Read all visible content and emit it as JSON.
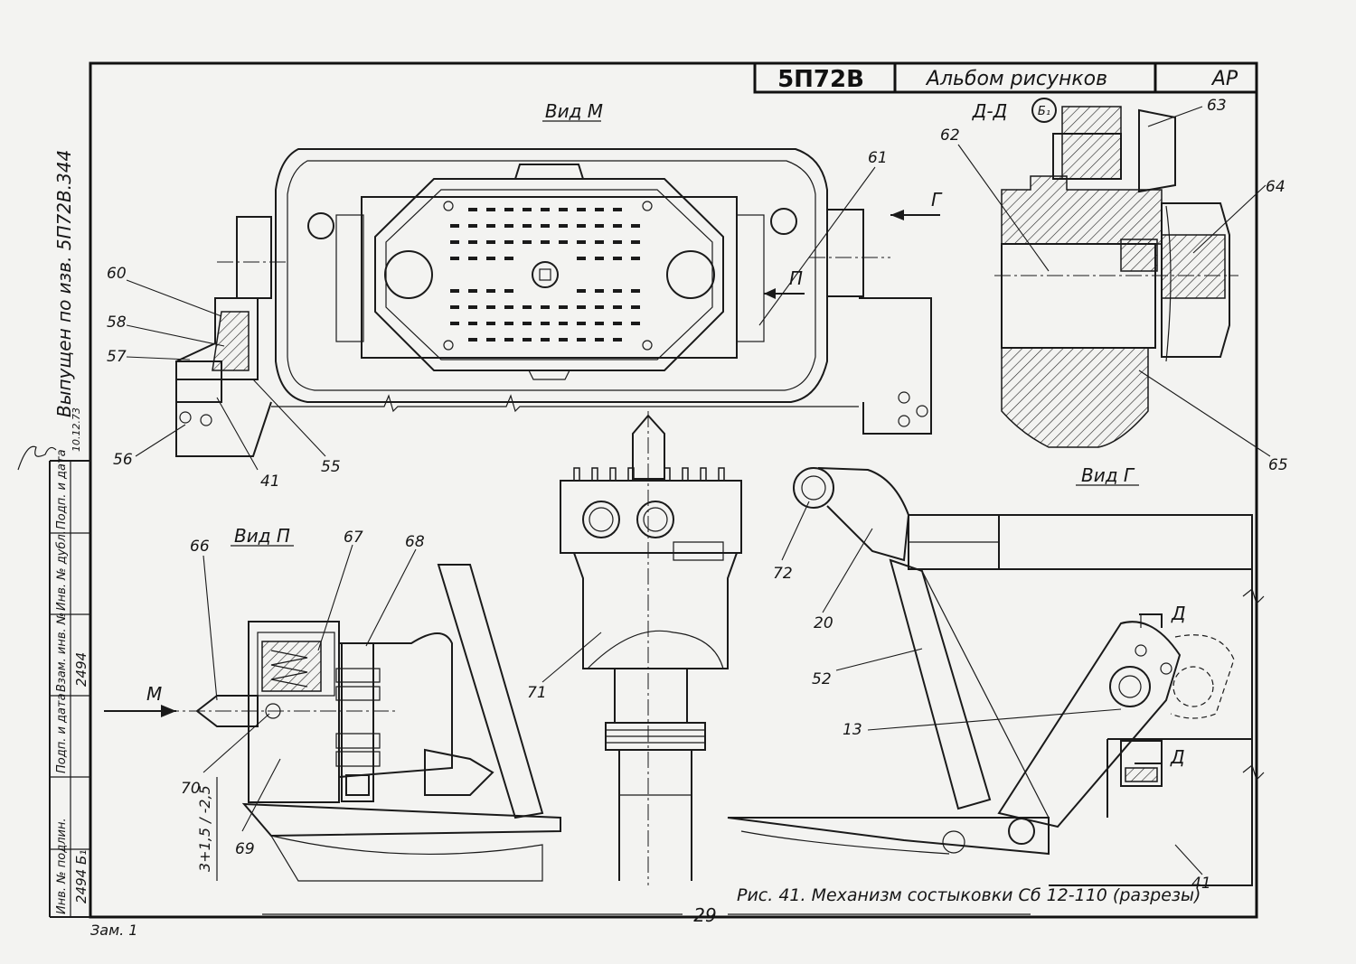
{
  "title_block": {
    "drawing_code": "5П72В",
    "album_title": "Альбом рисунков",
    "sheet_code": "АР"
  },
  "caption": "Рис. 41. Механизм состыковки Сб 12-110 (разрезы)",
  "page_number": "29",
  "revision_note": "Зам. 1",
  "release_note": "Выпущен по изв. 5П72В.344",
  "signature_date": "10.12.73",
  "side_stamp": {
    "fields": [
      "Инв. № подлин.",
      "Подп. и дата",
      "Взам. инв. №",
      "Инв. № дубл.",
      "Подп. и дата"
    ],
    "values": [
      "2494 Б₁",
      "",
      "2494",
      "",
      ""
    ]
  },
  "views": {
    "view_m": "Вид М",
    "section_dd": "Д-Д",
    "section_badge": "Б₁",
    "view_p": "Вид П",
    "view_g": "Вид Г"
  },
  "arrows": {
    "g": "Г",
    "p": "П",
    "m": "М",
    "d_top": "Д",
    "d_bottom": "Д"
  },
  "dimension": "3+1,5 / -2,5",
  "part_numbers": {
    "p13": "13",
    "p20": "20",
    "p41a": "41",
    "p41b": "41",
    "p52": "52",
    "p55": "55",
    "p56": "56",
    "p57": "57",
    "p58": "58",
    "p60": "60",
    "p61": "61",
    "p62": "62",
    "p63": "63",
    "p64": "64",
    "p65": "65",
    "p66": "66",
    "p67": "67",
    "p68": "68",
    "p69": "69",
    "p70": "70",
    "p71": "71",
    "p72": "72"
  }
}
